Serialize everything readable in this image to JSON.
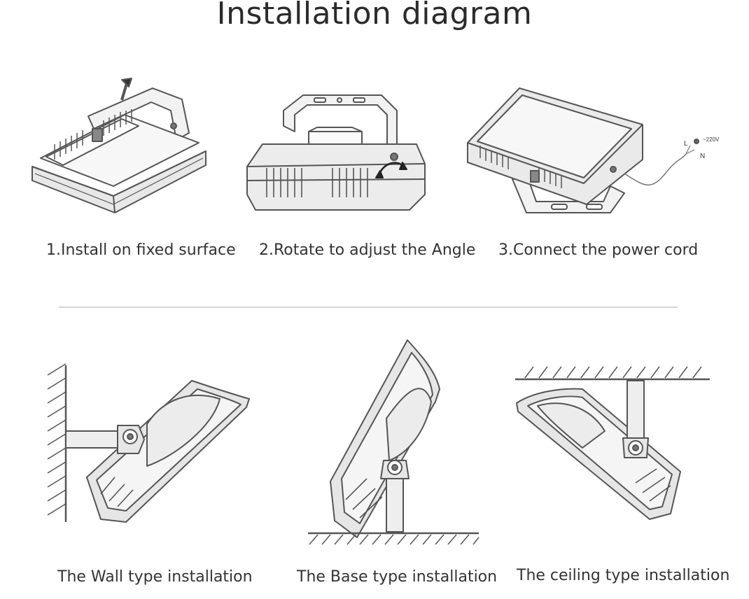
{
  "title": "Installation diagram",
  "steps": [
    {
      "caption": "1.Install on fixed surface"
    },
    {
      "caption": "2.Rotate to adjust the Angle"
    },
    {
      "caption": "3.Connect the power cord"
    }
  ],
  "wire_labels": {
    "l": "L",
    "n": "N",
    "voltage": "~220V"
  },
  "mounting": [
    {
      "caption": "The Wall type installation"
    },
    {
      "caption": "The Base type installation"
    },
    {
      "caption": "The ceiling type installation"
    }
  ],
  "colors": {
    "line": "#555555",
    "fill": "#eeeeee",
    "divider": "#d4d4d4"
  }
}
